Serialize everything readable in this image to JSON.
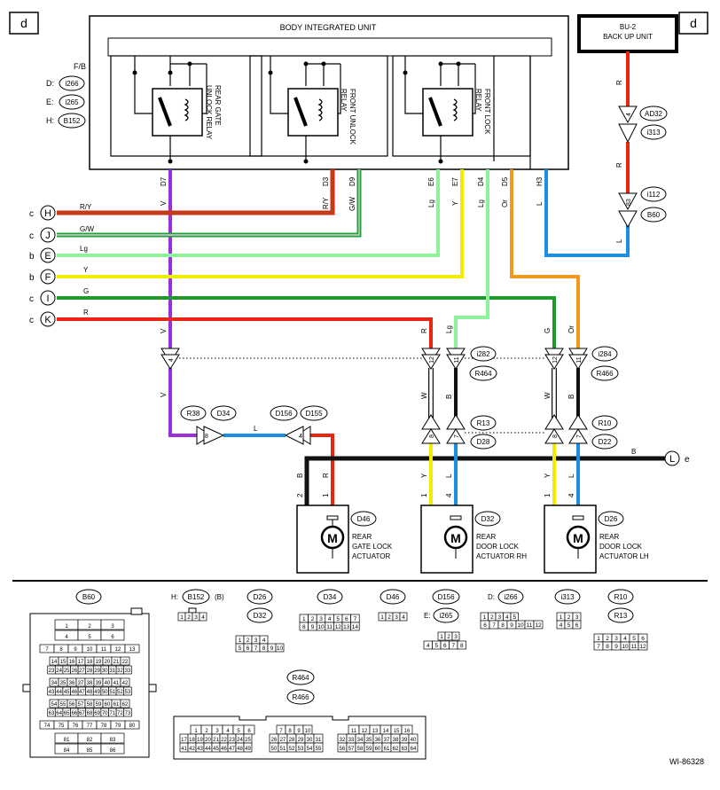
{
  "page_marks": {
    "left": "d",
    "right": "d",
    "code": "WI-86328"
  },
  "body_unit": {
    "title": "BODY INTEGRATED UNIT",
    "fb_label": "F/B",
    "variants": [
      {
        "k": "D:",
        "c": "i266"
      },
      {
        "k": "E:",
        "c": "i265"
      },
      {
        "k": "H:",
        "c": "B152"
      }
    ],
    "relays": {
      "rear_gate": [
        "REAR GATE",
        "UNLOCK RELAY"
      ],
      "front_unlock": [
        "FRONT UNLOCK",
        "RELAY"
      ],
      "front_lock": [
        "FRONT LOCK",
        "RELAY"
      ]
    },
    "pins": [
      "D7",
      "D3",
      "D9",
      "E6",
      "E7",
      "D4",
      "D5",
      "H3"
    ],
    "pin_wires": [
      "V",
      "R/Y",
      "G/W",
      "Lg",
      "Y",
      "Lg",
      "Or",
      "L"
    ]
  },
  "backup_unit": {
    "lines": [
      "BU-2",
      "BACK UP UNIT"
    ],
    "wire_r1": "R",
    "conn_ad32": "AD32",
    "conn_i313": "i313",
    "pin4": "4",
    "wire_r2": "R",
    "conn_i112": "i112",
    "conn_b60": "B60",
    "pin83": "83",
    "wire_l": "L"
  },
  "buses": [
    {
      "side": "c",
      "ref": "H",
      "wire": "R/Y"
    },
    {
      "side": "c",
      "ref": "J",
      "wire": "G/W"
    },
    {
      "side": "b",
      "ref": "E",
      "wire": "Lg"
    },
    {
      "side": "b",
      "ref": "F",
      "wire": "Y"
    },
    {
      "side": "c",
      "ref": "I",
      "wire": "G"
    },
    {
      "side": "c",
      "ref": "K",
      "wire": "R"
    }
  ],
  "mid_wire_labels": {
    "v1": "V",
    "v2": "V",
    "r": "R",
    "lg": "Lg",
    "g": "G",
    "or": "Or",
    "w1": "W",
    "b1": "B",
    "w2": "W",
    "b2": "B"
  },
  "connectors": {
    "r38": "R38",
    "d34": "D34",
    "d156": "D156",
    "d155": "D155",
    "i282": "i282",
    "r464": "R464",
    "i284": "i284",
    "r466": "R466",
    "r13": "R13",
    "d28": "D28",
    "r10": "R10",
    "d22": "D22"
  },
  "pins": {
    "p4a": "4",
    "p12a": "12",
    "p11a": "11",
    "p12b": "12",
    "p11b": "11",
    "p8a": "8",
    "p4b": "4",
    "p8b": "8",
    "p7b": "7",
    "p8c": "8",
    "p7c": "7"
  },
  "mid_l": "L",
  "ground": {
    "wire": "B",
    "ref": "L",
    "side": "e"
  },
  "actuators": [
    {
      "code": "D46",
      "lines": [
        "REAR",
        "GATE LOCK",
        "ACTUATOR"
      ],
      "wires": [
        "B",
        "R"
      ],
      "pins": [
        "2",
        "1"
      ]
    },
    {
      "code": "D32",
      "lines": [
        "REAR",
        "DOOR LOCK",
        "ACTUATOR RH"
      ],
      "wires": [
        "Y",
        "L"
      ],
      "pins": [
        "1",
        "4"
      ]
    },
    {
      "code": "D26",
      "lines": [
        "REAR",
        "DOOR LOCK",
        "ACTUATOR LH"
      ],
      "wires": [
        "Y",
        "L"
      ],
      "pins": [
        "1",
        "4"
      ]
    }
  ],
  "legend": {
    "b60": "B60",
    "b60_rows": [
      [
        "1",
        "2",
        "3"
      ],
      [
        "4",
        "5",
        "6"
      ],
      [
        "7",
        "8",
        "9",
        "10",
        "11",
        "12",
        "13"
      ],
      [
        "14",
        "15",
        "16",
        "17",
        "18",
        "19",
        "20",
        "21",
        "22"
      ],
      [
        "23",
        "24",
        "25",
        "26",
        "27",
        "28",
        "29",
        "30",
        "31",
        "32",
        "33"
      ],
      [
        "34",
        "35",
        "36",
        "37",
        "38",
        "39",
        "40",
        "41",
        "42"
      ],
      [
        "43",
        "44",
        "45",
        "46",
        "47",
        "48",
        "49",
        "50",
        "51",
        "52",
        "53"
      ],
      [
        "54",
        "55",
        "56",
        "57",
        "58",
        "59",
        "60",
        "61",
        "62"
      ],
      [
        "63",
        "64",
        "65",
        "66",
        "67",
        "68",
        "69",
        "70",
        "71",
        "72",
        "73"
      ],
      [
        "74",
        "75",
        "76",
        "77",
        "78",
        "79",
        "80"
      ],
      [
        "81",
        "82",
        "83"
      ],
      [
        "84",
        "85",
        "86"
      ]
    ],
    "b152_prefix": "H:",
    "b152": "B152",
    "b152_suffix": "(B)",
    "b152_pins": [
      "1",
      "2",
      "3",
      "4"
    ],
    "d26": "D26",
    "d32": "D32",
    "d26_rows": [
      [
        "1",
        "2",
        "3",
        "4"
      ],
      [
        "5",
        "6",
        "7",
        "8",
        "9",
        "10"
      ]
    ],
    "d34": "D34",
    "d34_rows": [
      [
        "1",
        "2",
        "3",
        "4",
        "5",
        "6",
        "7"
      ],
      [
        "8",
        "9",
        "10",
        "11",
        "12",
        "13",
        "14"
      ]
    ],
    "d46": "D46",
    "d46_pins": [
      "1",
      "2",
      "3",
      "4"
    ],
    "d156": "D156",
    "e_prefix": "E:",
    "i265": "i265",
    "d156_rows": [
      [
        "1",
        "2",
        "3"
      ],
      [
        "4",
        "5",
        "6",
        "7",
        "8"
      ]
    ],
    "d_prefix": "D:",
    "i266": "i266",
    "i266_rows": [
      [
        "1",
        "2",
        "3",
        "4",
        "5"
      ],
      [
        "6",
        "7",
        "8",
        "9",
        "10",
        "11",
        "12"
      ]
    ],
    "i313": "i313",
    "i313_rows": [
      [
        "1",
        "2",
        "3"
      ],
      [
        "4",
        "5",
        "6"
      ]
    ],
    "r10": "R10",
    "r13": "R13",
    "r10_rows": [
      [
        "1",
        "2",
        "3",
        "4",
        "5",
        "6"
      ],
      [
        "7",
        "8",
        "9",
        "10",
        "11",
        "12"
      ]
    ],
    "r464": "R464",
    "r466": "R466",
    "big_rows": [
      [
        [
          "1",
          "2",
          "3",
          "4",
          "5",
          "6"
        ],
        [
          "7",
          "8",
          "9",
          "10"
        ],
        [
          "11",
          "12",
          "13",
          "14",
          "15",
          "16"
        ]
      ],
      [
        [
          "17",
          "18",
          "19",
          "20",
          "21",
          "22",
          "23",
          "24",
          "25"
        ],
        [
          "26",
          "27",
          "28",
          "29",
          "30",
          "31"
        ],
        [
          "32",
          "33",
          "34",
          "35",
          "36",
          "37",
          "38",
          "39",
          "40"
        ]
      ],
      [
        [
          "41",
          "42",
          "43",
          "44",
          "45",
          "46",
          "47",
          "48",
          "49"
        ],
        [
          "50",
          "51",
          "52",
          "53",
          "54",
          "55"
        ],
        [
          "56",
          "57",
          "58",
          "59",
          "60",
          "61",
          "62",
          "63",
          "64"
        ]
      ]
    ]
  },
  "colors": {
    "V": "#9b30d9",
    "RY_a": "#e8250f",
    "RY_b": "#8b5a2b",
    "GW_a": "#22a03a",
    "GW_b": "#cfcfcf",
    "Lg": "#8ef29a",
    "Y": "#f2ec00",
    "G": "#1f9a2e",
    "R": "#e8250f",
    "Or": "#f39a1e",
    "L": "#1a8fe3",
    "B": "#111111",
    "W": "#ffffff"
  }
}
